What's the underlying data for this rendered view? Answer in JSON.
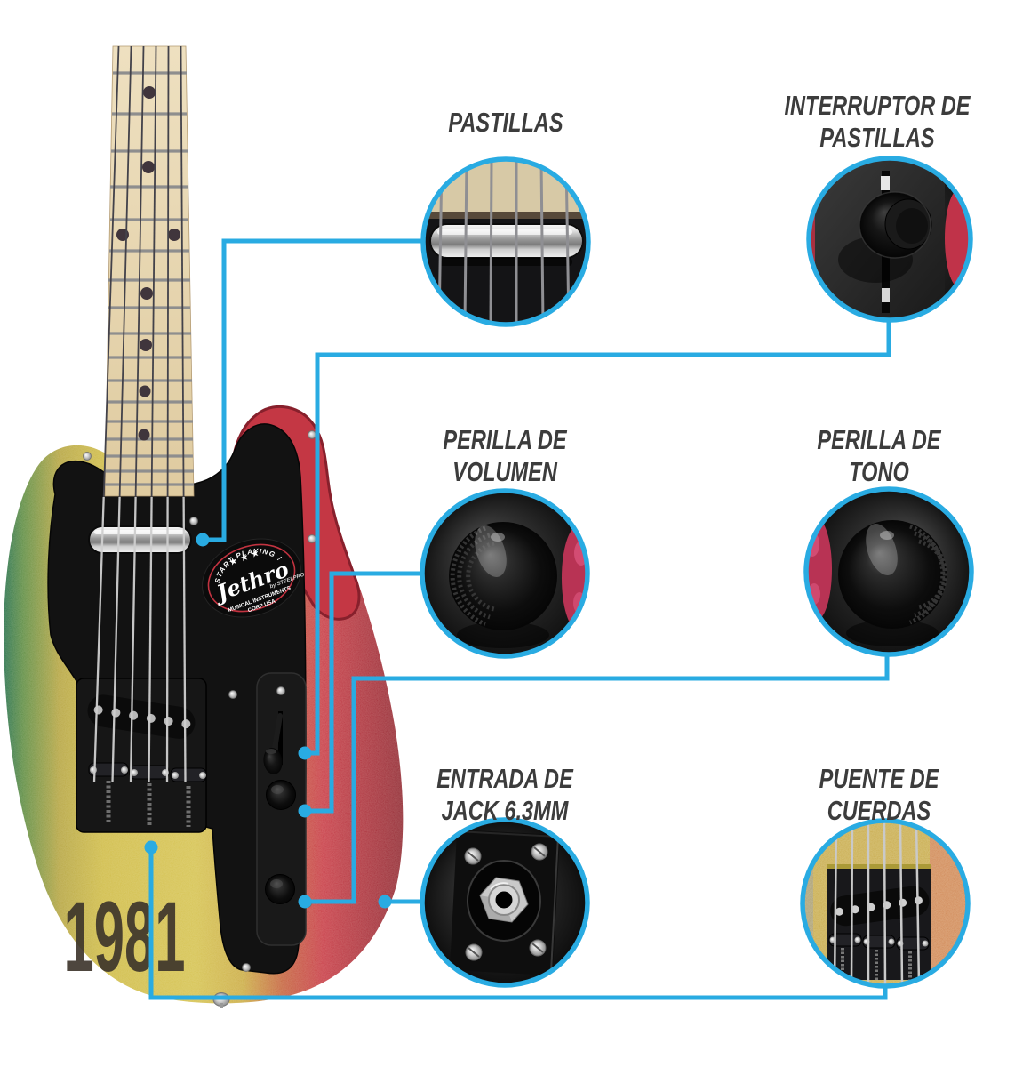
{
  "colors": {
    "accent": "#29ABE2",
    "label_text": "#3C3C3C",
    "background": "#FFFFFF"
  },
  "callouts": {
    "pastillas": {
      "label_line1": "PASTILLAS",
      "label_line2": ""
    },
    "interruptor": {
      "label_line1": "INTERRUPTOR DE",
      "label_line2": "PASTILLAS"
    },
    "volumen": {
      "label_line1": "PERILLA DE",
      "label_line2": "VOLUMEN"
    },
    "tono": {
      "label_line1": "PERILLA DE",
      "label_line2": "TONO"
    },
    "jack": {
      "label_line1": "ENTRADA DE",
      "label_line2": "JACK 6.3MM"
    },
    "puente": {
      "label_line1": "PUENTE DE",
      "label_line2": "CUERDAS"
    }
  },
  "guitar": {
    "year_text": "1981",
    "sticker": {
      "stars": "★ ★ ★",
      "tagline": "START PLAYING !",
      "brand": "Jethro",
      "byline": "by STEELPRO",
      "sub_line1": "MUSICAL INSTRUMENTS",
      "sub_line2": "CORP USA"
    }
  }
}
